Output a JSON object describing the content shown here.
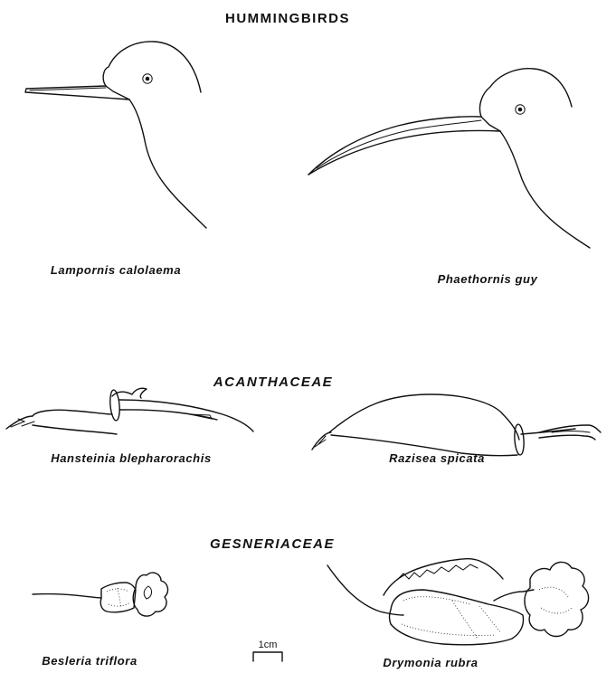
{
  "sections": {
    "hummingbirds": "HUMMINGBIRDS",
    "acanthaceae": "ACANTHACEAE",
    "gesneriaceae": "GESNERIACEAE"
  },
  "species": {
    "lampornis": "Lampornis calolaema",
    "phaethornis": "Phaethornis guy",
    "hansteinia": "Hansteinia blepharorachis",
    "razisea": "Razisea spicata",
    "besleria": "Besleria triflora",
    "drymonia": "Drymonia rubra"
  },
  "scale_bar": {
    "label": "1cm"
  }
}
